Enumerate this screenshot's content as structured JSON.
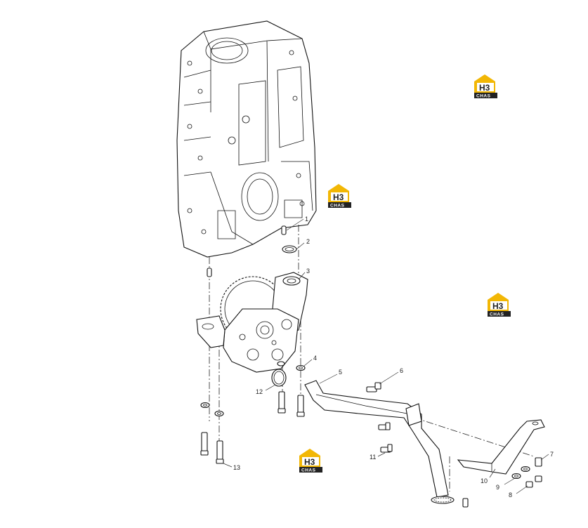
{
  "watermark": {
    "top": "H3",
    "bottom": "CHAS",
    "accent": "#f2b705",
    "dark": "#222222"
  },
  "callouts": [
    "1",
    "2",
    "3",
    "4",
    "5",
    "6",
    "7",
    "8",
    "9",
    "10",
    "11",
    "12",
    "13"
  ]
}
